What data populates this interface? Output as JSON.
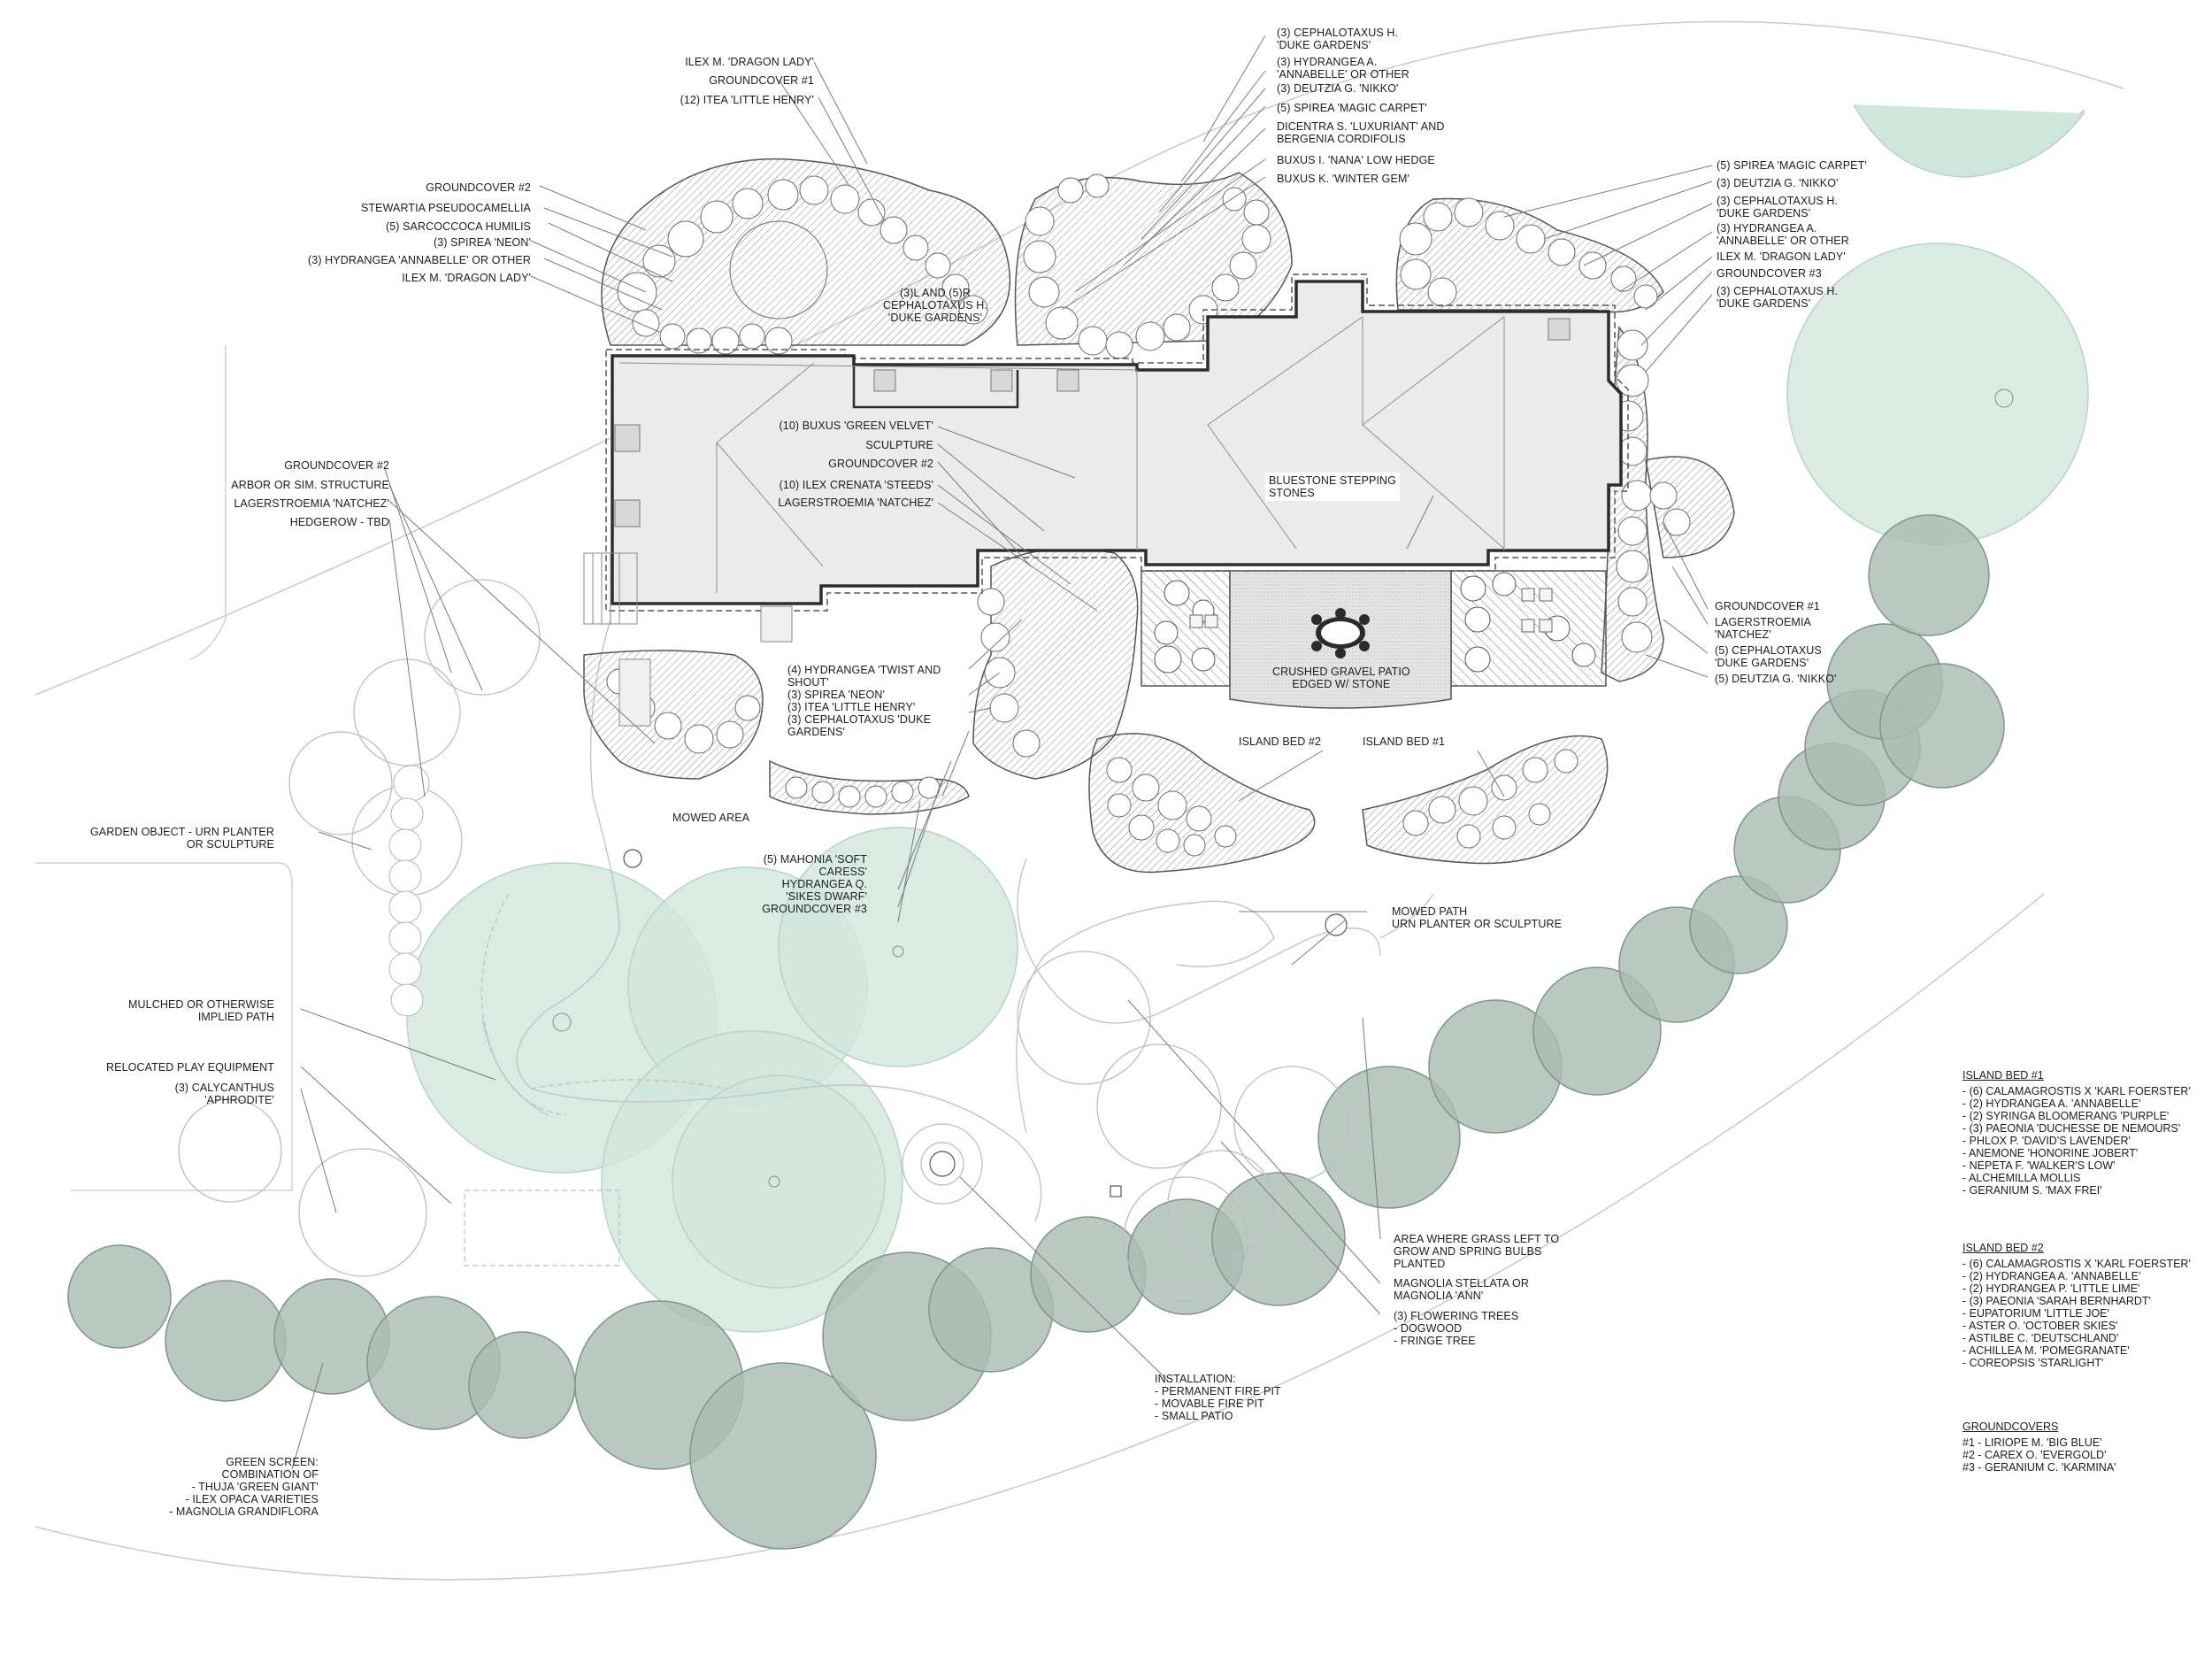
{
  "labels": {
    "ilex_dragon_lady_top": "ILEX M. 'DRAGON LADY'",
    "groundcover1_top": "GROUNDCOVER #1",
    "itea_little_henry": "(12) ITEA 'LITTLE HENRY'",
    "groundcover2_nw": "GROUNDCOVER #2",
    "stewartia": "STEWARTIA PSEUDOCAMELLIA",
    "sarcococca": "(5) SARCOCCOCA HUMILIS",
    "spirea_neon_nw": "(3) SPIREA 'NEON'",
    "hydrangea_annabelle_nw": "(3) HYDRANGEA 'ANNABELLE' OR OTHER",
    "ilex_dragon_lady_nw": "ILEX M. 'DRAGON LADY'",
    "cephalotaxus_l_r": "(3)L AND (5)R\nCEPHALOTAXUS H.\n'DUKE GARDENS'",
    "top_cephalotaxus": "(3) CEPHALOTAXUS H.\n'DUKE GARDENS'",
    "top_hydrangea": "(3) HYDRANGEA A.\n'ANNABELLE' OR OTHER",
    "top_deutzia": "(3) DEUTZIA G. 'NIKKO'",
    "top_spirea": "(5) SPIREA 'MAGIC CARPET'",
    "dicentra": "DICENTRA S. 'LUXURIANT' AND\nBERGENIA CORDIFOLIS",
    "buxus_nana": "BUXUS I. 'NANA' LOW HEDGE",
    "buxus_winter": "BUXUS K. 'WINTER GEM'",
    "ne_spirea": "(5) SPIREA 'MAGIC CARPET'",
    "ne_deutzia": "(3) DEUTZIA G. 'NIKKO'",
    "ne_cephalotaxus": "(3) CEPHALOTAXUS H.\n'DUKE GARDENS'",
    "ne_hydrangea": "(3) HYDRANGEA A.\n'ANNABELLE' OR OTHER",
    "ne_ilex": "ILEX M. 'DRAGON LADY'",
    "ne_groundcover3": "GROUNDCOVER #3",
    "ne_cephalotaxus2": "(3) CEPHALOTAXUS H.\n'DUKE GARDENS'",
    "buxus_green_velvet": "(10) BUXUS 'GREEN VELVET'",
    "sculpture": "SCULPTURE",
    "groundcover2_c": "GROUNDCOVER #2",
    "ilex_crenata": "(10) ILEX CRENATA 'STEEDS'",
    "lagerstroemia_c": "LAGERSTROEMIA 'NATCHEZ'",
    "bluestone": "BLUESTONE STEPPING\nSTONES",
    "groundcover2_w": "GROUNDCOVER #2",
    "arbor": "ARBOR OR SIM. STRUCTURE",
    "lagerstroemia_w": "LAGERSTROEMIA 'NATCHEZ'",
    "hedgerow": "HEDGEROW - TBD",
    "e_groundcover1": "GROUNDCOVER #1",
    "e_lagerstroemia": "LAGERSTROEMIA\n'NATCHEZ'",
    "e_cephalotaxus": "(5) CEPHALOTAXUS\n'DUKE GARDENS'",
    "e_deutzia": "(5) DEUTZIA G. 'NIKKO'",
    "crushed_gravel": "CRUSHED GRAVEL PATIO\nEDGED W/ STONE",
    "hydrangea_twist": "(4) HYDRANGEA 'TWIST AND\nSHOUT'\n(3) SPIREA 'NEON'\n(3) ITEA 'LITTLE HENRY'\n(3) CEPHALOTAXUS 'DUKE\nGARDENS'",
    "island_bed2": "ISLAND BED #2",
    "island_bed1": "ISLAND BED #1",
    "mowed_area": "MOWED AREA",
    "garden_object": "GARDEN OBJECT - URN PLANTER\nOR SCULPTURE",
    "mahonia": "(5) MAHONIA 'SOFT\nCARESS'\nHYDRANGEA Q.\n'SIKES DWARF'\nGROUNDCOVER #3",
    "mowed_path": "MOWED PATH\nURN PLANTER OR SCULPTURE",
    "mulched_path": "MULCHED OR OTHERWISE\nIMPLIED PATH",
    "relocated_play": "RELOCATED PLAY EQUIPMENT",
    "calycanthus": "(3) CALYCANTHUS\n'APHRODITE'",
    "grass_left": "AREA WHERE GRASS LEFT TO\nGROW AND SPRING BULBS\nPLANTED",
    "magnolia_stellata": "MAGNOLIA STELLATA OR\nMAGNOLIA 'ANN'",
    "flowering_trees": "(3) FLOWERING TREES\n- DOGWOOD\n- FRINGE TREE",
    "installation": "INSTALLATION:\n- PERMANENT FIRE PIT\n- MOVABLE FIRE PIT\n- SMALL PATIO",
    "green_screen": "GREEN SCREEN:\nCOMBINATION OF\n- THUJA 'GREEN GIANT'\n- ILEX OPACA VARIETIES\n- MAGNOLIA GRANDIFLORA"
  },
  "legend": {
    "island_bed_1": {
      "title": "ISLAND BED #1",
      "items": [
        "- (6) CALAMAGROSTIS X 'KARL FOERSTER'",
        "- (2) HYDRANGEA A. 'ANNABELLE'",
        "- (2) SYRINGA BLOOMERANG 'PURPLE'",
        "- (3) PAEONIA 'DUCHESSE DE NEMOURS'",
        "- PHLOX P. 'DAVID'S LAVENDER'",
        "- ANEMONE 'HONORINE JOBERT'",
        "- NEPETA F. 'WALKER'S LOW'",
        "- ALCHEMILLA MOLLIS",
        "- GERANIUM S. 'MAX FREI'"
      ]
    },
    "island_bed_2": {
      "title": "ISLAND BED #2",
      "items": [
        "- (6) CALAMAGROSTIS X 'KARL FOERSTER'",
        "- (2) HYDRANGEA A. 'ANNABELLE'",
        "- (2) HYDRANGEA P. 'LITTLE LIME'",
        "- (3) PAEONIA 'SARAH BERNHARDT'",
        "- EUPATORIUM 'LITTLE JOE'",
        "- ASTER O. 'OCTOBER SKIES'",
        "- ASTILBE C. 'DEUTSCHLAND'",
        "- ACHILLEA M. 'POMEGRANATE'",
        "- COREOPSIS 'STARLIGHT'"
      ]
    },
    "groundcovers": {
      "title": "GROUNDCOVERS",
      "items": [
        "#1 - LIRIOPE M. 'BIG BLUE'",
        "#2 - CAREX O. 'EVERGOLD'",
        "#3 - GERANIUM C. 'KARMINA'"
      ]
    }
  },
  "colors": {
    "screen_tree": "#a9bcb3",
    "canopy_tree": "#cfe6dc",
    "house_fill": "#ebebeb",
    "line": "#333333"
  }
}
